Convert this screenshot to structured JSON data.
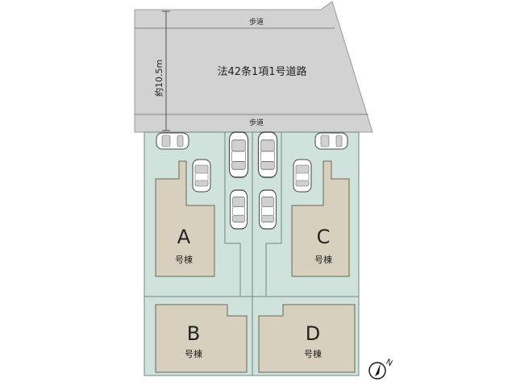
{
  "road": {
    "label": "法42条1項1号道路",
    "sidewalk_top": "歩道",
    "sidewalk_bottom": "歩道",
    "width_label": "約10.5m"
  },
  "lots": [
    {
      "letter": "A",
      "suffix": "号棟"
    },
    {
      "letter": "B",
      "suffix": "号棟"
    },
    {
      "letter": "C",
      "suffix": "号棟"
    },
    {
      "letter": "D",
      "suffix": "号棟"
    }
  ],
  "compass": {
    "label": "N"
  },
  "colors": {
    "road": "#d2d2d2",
    "lot": "#cfe3dc",
    "building": "#d8d0be",
    "line": "#555555"
  }
}
